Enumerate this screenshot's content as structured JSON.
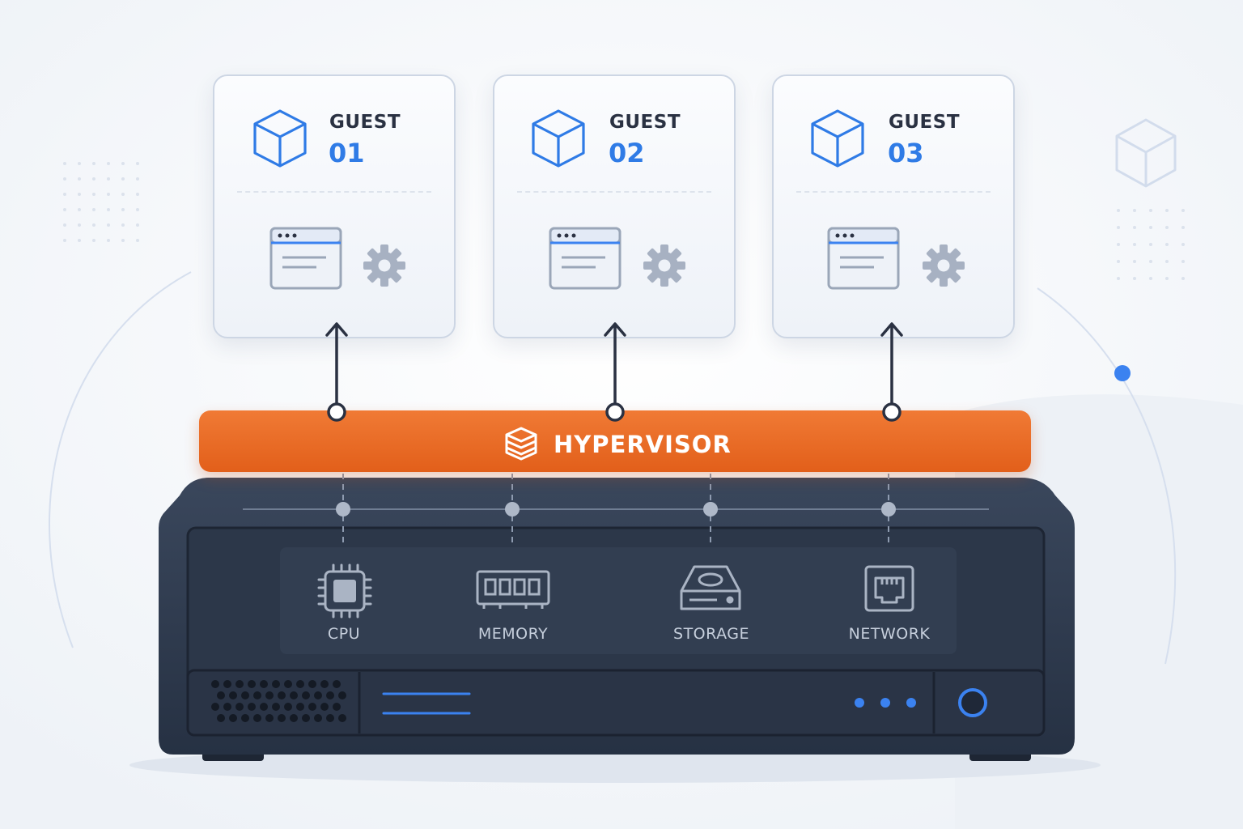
{
  "guests": [
    {
      "label": "GUEST",
      "number": "01"
    },
    {
      "label": "GUEST",
      "number": "02"
    },
    {
      "label": "GUEST",
      "number": "03"
    }
  ],
  "hypervisor": {
    "label": "HYPERVISOR"
  },
  "resources": [
    {
      "label": "CPU",
      "icon": "cpu-icon"
    },
    {
      "label": "MEMORY",
      "icon": "memory-icon"
    },
    {
      "label": "STORAGE",
      "icon": "storage-icon"
    },
    {
      "label": "NETWORK",
      "icon": "network-icon"
    }
  ],
  "colors": {
    "accent_blue": "#2f7be6",
    "hypervisor_orange": "#e8682a",
    "server_dark": "#2e3a4d",
    "text_dark": "#2a3142"
  }
}
